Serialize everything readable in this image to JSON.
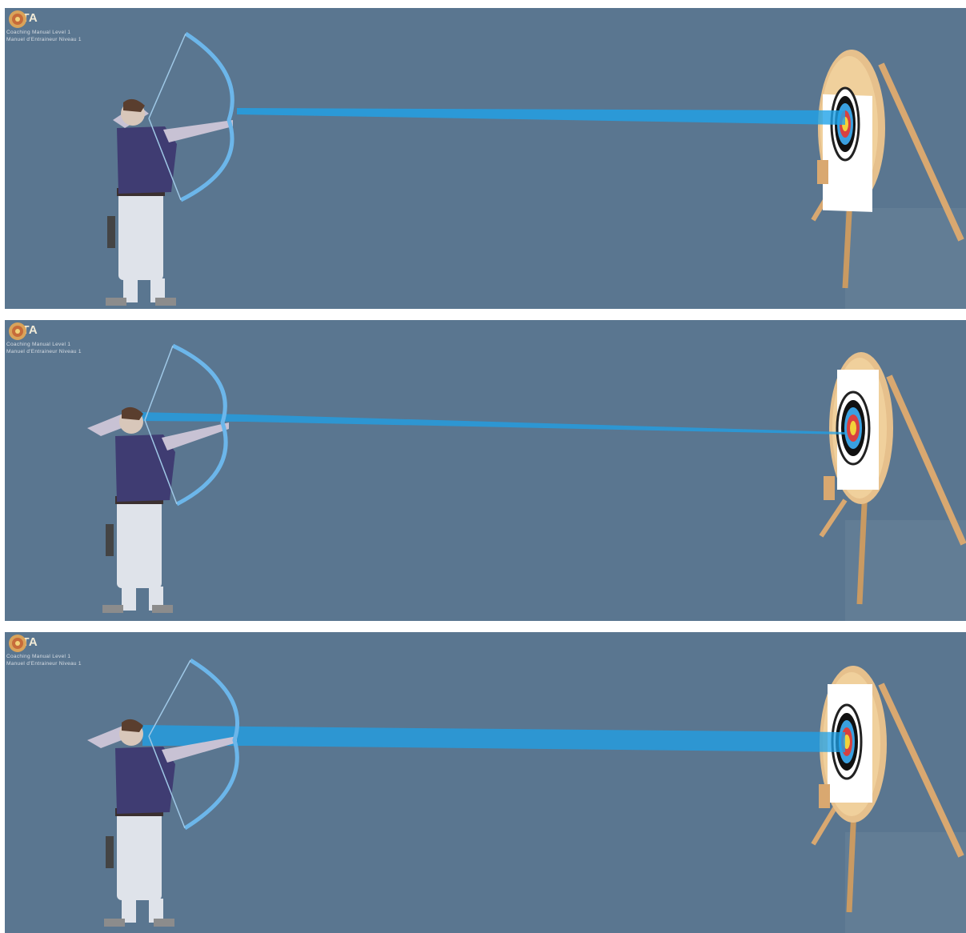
{
  "panels": [
    {
      "id": "panel-1",
      "brand": "FITA",
      "subtitle_line1": "Coaching Manual Level 1",
      "subtitle_line2": "Manuel d'Entraineur Niveau 1",
      "aim_line_style": "arrow-to-target"
    },
    {
      "id": "panel-2",
      "brand": "FITA",
      "subtitle_line1": "Coaching Manual Level 1",
      "subtitle_line2": "Manuel d'Entraineur Niveau 1",
      "aim_line_style": "eye-to-target-thin"
    },
    {
      "id": "panel-3",
      "brand": "FITA",
      "subtitle_line1": "Coaching Manual Level 1",
      "subtitle_line2": "Manuel d'Entraineur Niveau 1",
      "aim_line_style": "eye-to-target-wide"
    }
  ],
  "colors": {
    "background": "#5a7690",
    "aim_line": "#1fa2e8",
    "shirt": "#3f3c72",
    "trousers": "#dfe3ea",
    "target_frame": "#e6c08c",
    "target_face": "#ffffff"
  },
  "icons": [
    "fita-logo-icon",
    "archer-figure",
    "bow",
    "target-boss",
    "target-stand"
  ]
}
